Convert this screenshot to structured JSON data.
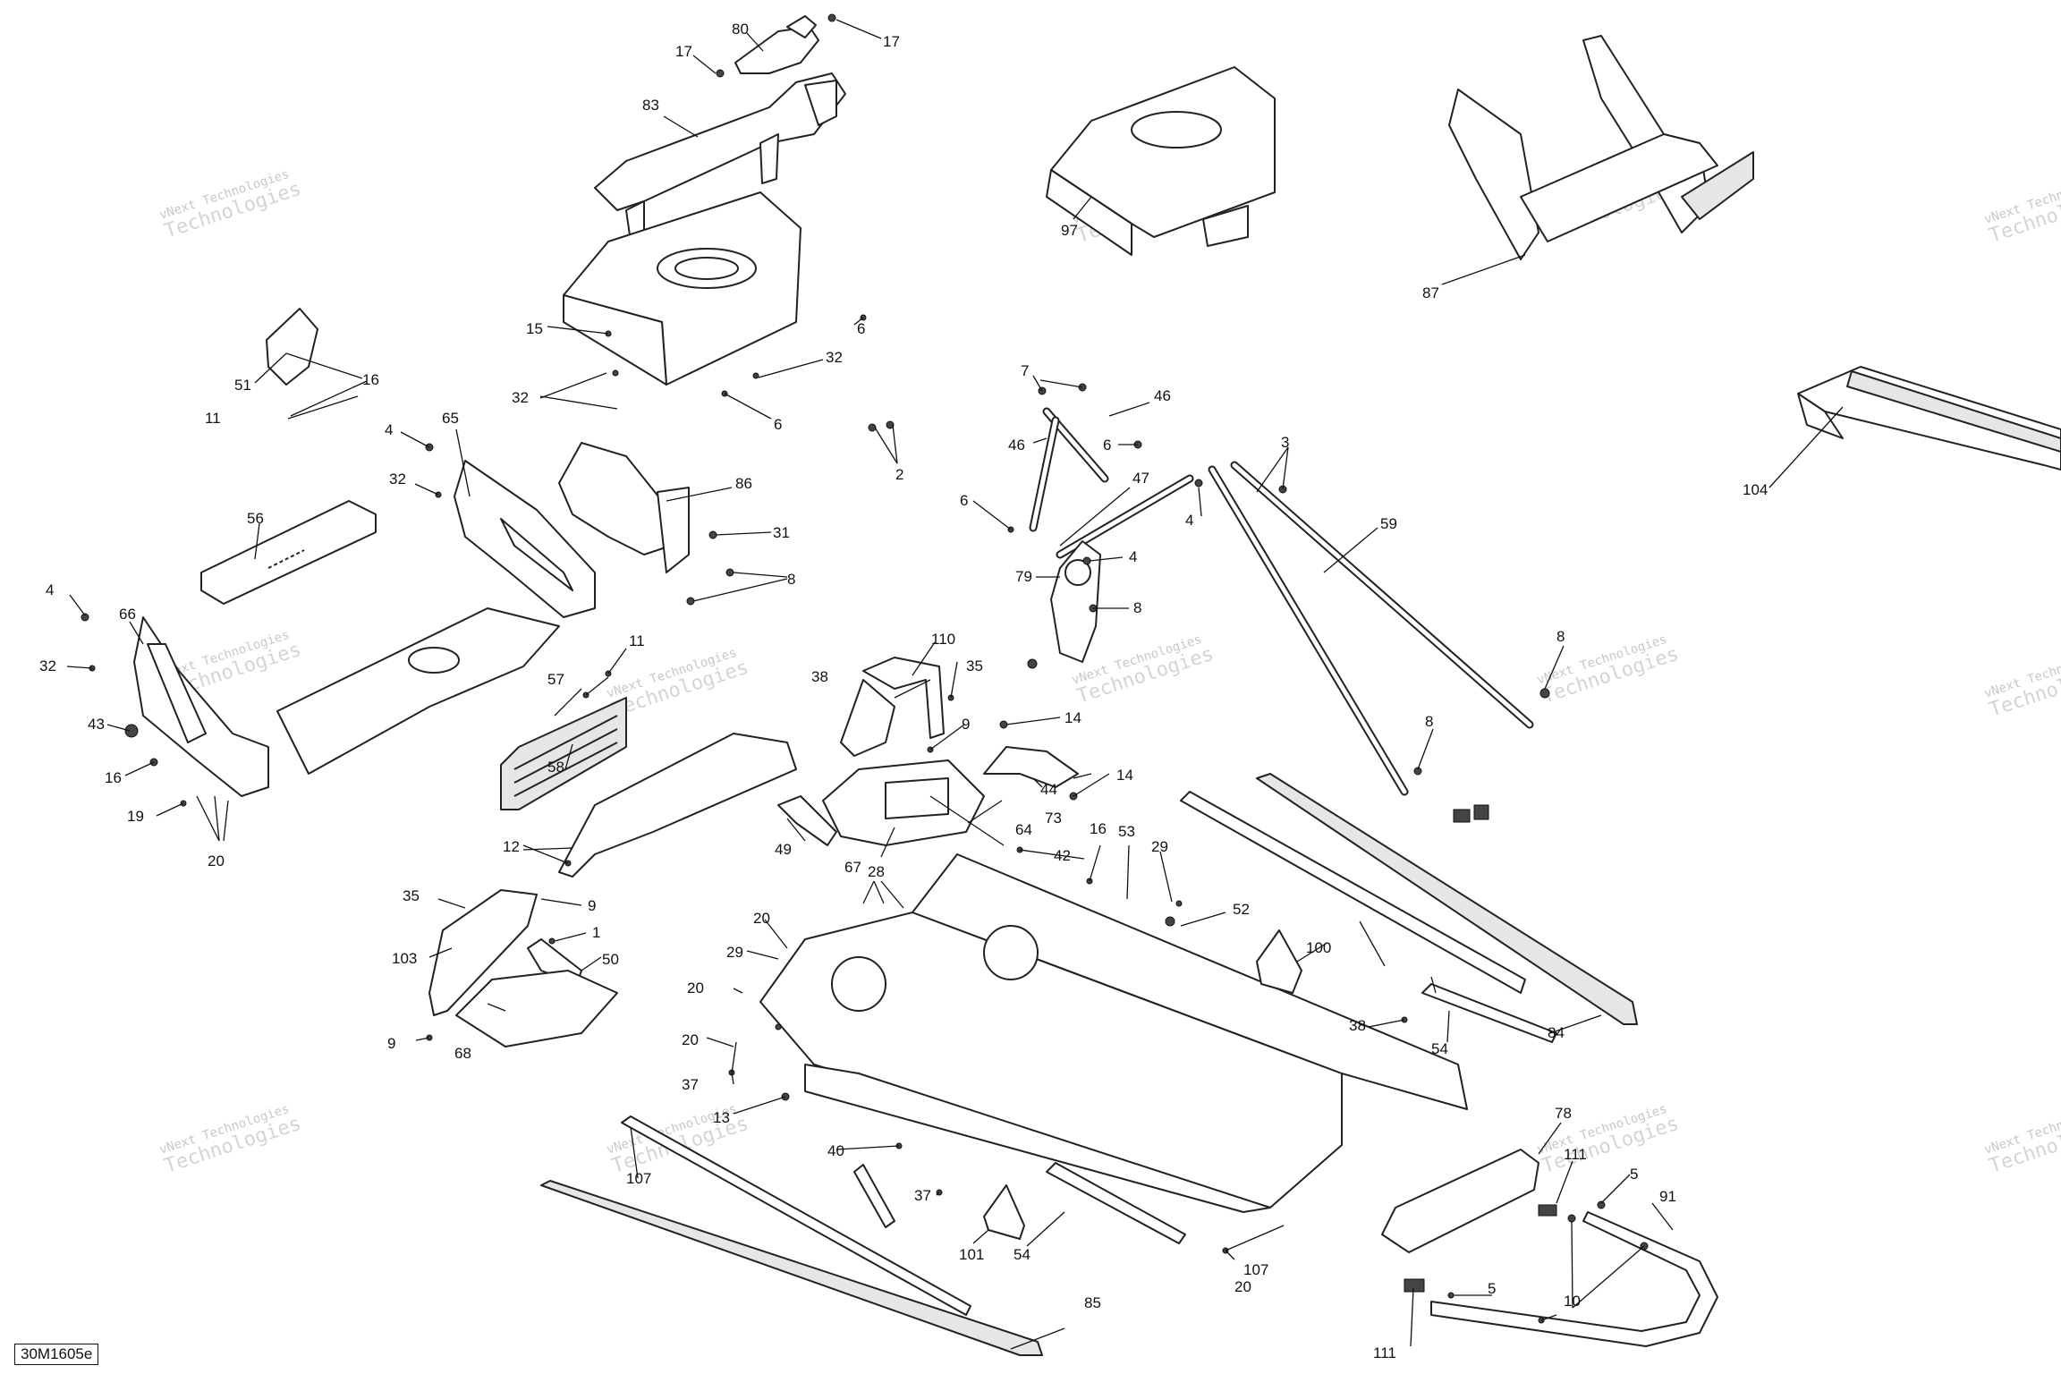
{
  "diagram_code": "30M1605e",
  "watermark": {
    "line1": "vNext Technologies",
    "line2": "Technologies"
  },
  "callouts": [
    "80",
    "17",
    "17",
    "83",
    "97",
    "87",
    "51",
    "16",
    "11",
    "15",
    "32",
    "32",
    "6",
    "6",
    "2",
    "4",
    "65",
    "86",
    "31",
    "8",
    "32",
    "56",
    "4",
    "66",
    "32",
    "43",
    "16",
    "19",
    "20",
    "7",
    "46",
    "46",
    "6",
    "47",
    "6",
    "79",
    "4",
    "8",
    "3",
    "4",
    "59",
    "8",
    "8",
    "11",
    "57",
    "58",
    "110",
    "38",
    "35",
    "9",
    "14",
    "44",
    "14",
    "73",
    "64",
    "49",
    "67",
    "28",
    "16",
    "42",
    "53",
    "29",
    "52",
    "12",
    "35",
    "103",
    "9",
    "1",
    "50",
    "68",
    "9",
    "20",
    "29",
    "20",
    "20",
    "37",
    "13",
    "40",
    "107",
    "37",
    "101",
    "54",
    "107",
    "100",
    "38",
    "54",
    "84",
    "85",
    "20",
    "78",
    "111",
    "5",
    "91",
    "10",
    "5",
    "111",
    "104"
  ]
}
